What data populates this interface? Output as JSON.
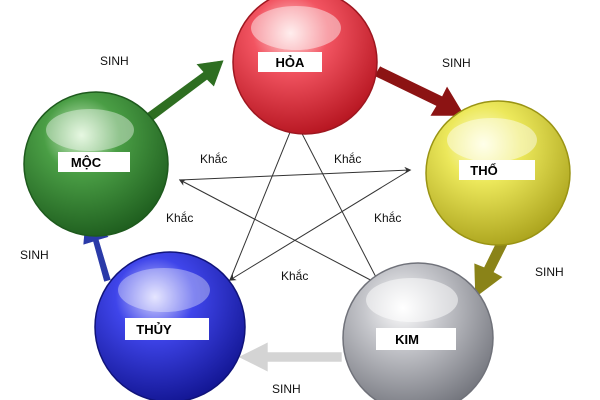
{
  "elements": {
    "hoa": {
      "label": "HỎA",
      "color": "#d92a35"
    },
    "tho": {
      "label": "THỔ",
      "color": "#d7d23b"
    },
    "kim": {
      "label": "KIM",
      "color": "#a4a5aa"
    },
    "thuy": {
      "label": "THỦY",
      "color": "#2025c9"
    },
    "moc": {
      "label": "MỘC",
      "color": "#2f7c2d"
    }
  },
  "relations": {
    "sinh": "SINH",
    "khac": "Khắc"
  },
  "arrow_colors": {
    "moc_to_hoa": "#2e6e21",
    "hoa_to_tho": "#8c1313",
    "tho_to_kim": "#8a8318",
    "kim_to_thuy": "#d4d4d4",
    "thuy_to_moc": "#2a3aa8"
  }
}
